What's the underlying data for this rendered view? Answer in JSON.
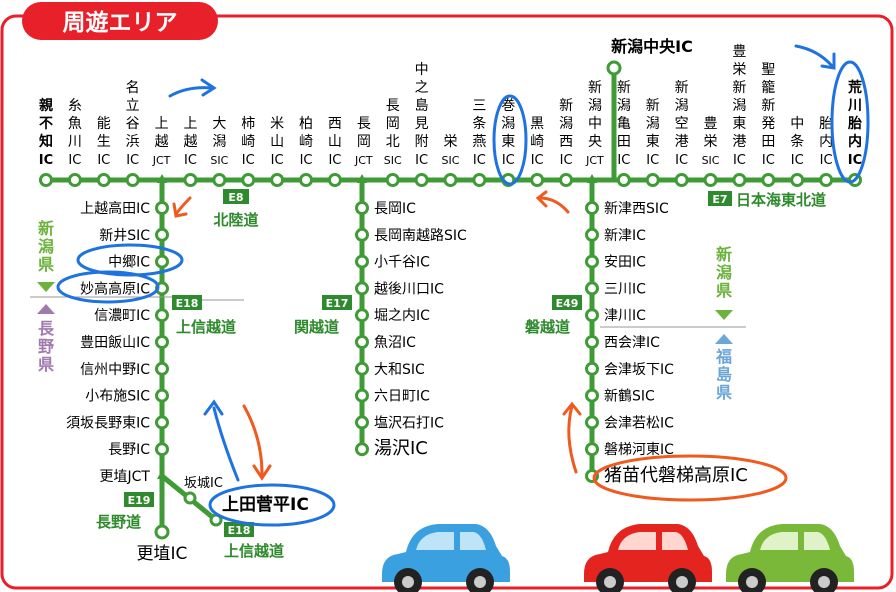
{
  "title": "周遊エリア",
  "main_line": {
    "stations": [
      "親不知IC",
      "糸魚川IC",
      "能生IC",
      "名立谷浜IC",
      "上越JCT",
      "上越IC",
      "大潟SIC",
      "柿崎IC",
      "米山IC",
      "柏崎IC",
      "西山IC",
      "長岡JCT",
      "長岡北SIC",
      "中之島見附IC",
      "栄SIC",
      "三条燕IC",
      "巻潟東IC",
      "黒崎IC",
      "新潟西IC",
      "新潟中央JCT",
      "新潟亀田IC",
      "新潟東IC",
      "新潟空港IC",
      "豊栄SIC",
      "豊栄新潟東港IC",
      "聖籠新発田IC",
      "中条IC",
      "胎内IC",
      "荒川胎内IC"
    ],
    "columns": [
      [
        "親",
        "不",
        "知",
        "IC"
      ],
      [
        "糸",
        "魚",
        "川",
        "IC"
      ],
      [
        "能",
        "生",
        "IC"
      ],
      [
        "名",
        "立",
        "谷",
        "浜",
        "IC"
      ],
      [
        "上",
        "越",
        "JCT"
      ],
      [
        "上",
        "越",
        "IC"
      ],
      [
        "大",
        "潟",
        "SIC"
      ],
      [
        "柿",
        "崎",
        "IC"
      ],
      [
        "米",
        "山",
        "IC"
      ],
      [
        "柏",
        "崎",
        "IC"
      ],
      [
        "西",
        "山",
        "IC"
      ],
      [
        "長",
        "岡",
        "JCT"
      ],
      [
        "長",
        "岡",
        "北",
        "SIC"
      ],
      [
        "中",
        "之",
        "島",
        "見",
        "附",
        "IC"
      ],
      [
        "栄",
        "SIC"
      ],
      [
        "三",
        "条",
        "燕",
        "IC"
      ],
      [
        "巻",
        "潟",
        "東",
        "IC"
      ],
      [
        "黒",
        "崎",
        "IC"
      ],
      [
        "新",
        "潟",
        "西",
        "IC"
      ],
      [
        "新",
        "潟",
        "中",
        "央",
        "JCT"
      ],
      [
        "新",
        "潟",
        "亀",
        "田",
        "IC"
      ],
      [
        "新",
        "潟",
        "東",
        "IC"
      ],
      [
        "新",
        "潟",
        "空",
        "港",
        "IC"
      ],
      [
        "豊",
        "栄",
        "SIC"
      ],
      [
        "豊",
        "栄",
        "新",
        "潟",
        "東",
        "港",
        "IC"
      ],
      [
        "聖",
        "籠",
        "新",
        "発",
        "田",
        "IC"
      ],
      [
        "中",
        "条",
        "IC"
      ],
      [
        "胎",
        "内",
        "IC"
      ],
      [
        "荒",
        "川",
        "胎",
        "内",
        "IC"
      ]
    ],
    "hokuriku_code": "E8",
    "hokuriku_name": "北陸道",
    "nihonkai_code": "E7",
    "nihonkai_name": "日本海東北道"
  },
  "niigata_chuo_ic": "新潟中央IC",
  "joshinetsu": {
    "code": "E18",
    "name": "上信越道",
    "stations": [
      "上越高田IC",
      "新井SIC",
      "中郷IC",
      "妙高高原IC",
      "信濃町IC",
      "豊田飯山IC",
      "信州中野IC",
      "小布施SIC",
      "須坂長野東IC",
      "長野IC",
      "更埴JCT"
    ]
  },
  "nagano_line": {
    "code": "E19",
    "name": "長野道",
    "terminal": "更埴IC"
  },
  "joshinetsu_branch": {
    "code": "E18",
    "name": "上信越道",
    "stations": [
      "坂城IC",
      "上田菅平IC"
    ]
  },
  "kanetsu": {
    "code": "E17",
    "name": "関越道",
    "stations": [
      "長岡IC",
      "長岡南越路SIC",
      "小千谷IC",
      "越後川口IC",
      "堀之内IC",
      "魚沼IC",
      "大和SIC",
      "六日町IC",
      "塩沢石打IC",
      "湯沢IC"
    ]
  },
  "banetsu": {
    "code": "E49",
    "name": "磐越道",
    "stations": [
      "新津西SIC",
      "新津IC",
      "安田IC",
      "三川IC",
      "津川IC",
      "西会津IC",
      "会津坂下IC",
      "新鶴SIC",
      "会津若松IC",
      "磐梯河東IC",
      "猪苗代磐梯高原IC"
    ]
  },
  "prefectures": {
    "niigata_left": [
      "新",
      "潟",
      "県"
    ],
    "nagano": [
      "長",
      "野",
      "県"
    ],
    "niigata_right": [
      "新",
      "潟",
      "県"
    ],
    "fukushima": [
      "福",
      "島",
      "県"
    ]
  },
  "colors": {
    "brand_red": "#e8202a",
    "route_green": "#3f9b35",
    "label_green": "#2e8a2c",
    "niigata_green": "#6cb23c",
    "nagano_purple": "#a07aae",
    "fukushima_blue": "#6aa6d6",
    "marker_blue": "#1e73e0",
    "marker_orange": "#f05a1e",
    "car_blue": "#3aa0e0",
    "car_red": "#e3241f",
    "car_green": "#7ab83a"
  },
  "cars": [
    {
      "name": "blue-car",
      "color": "#3aa0e0"
    },
    {
      "name": "red-car",
      "color": "#e3241f"
    },
    {
      "name": "green-car",
      "color": "#7ab83a"
    }
  ]
}
